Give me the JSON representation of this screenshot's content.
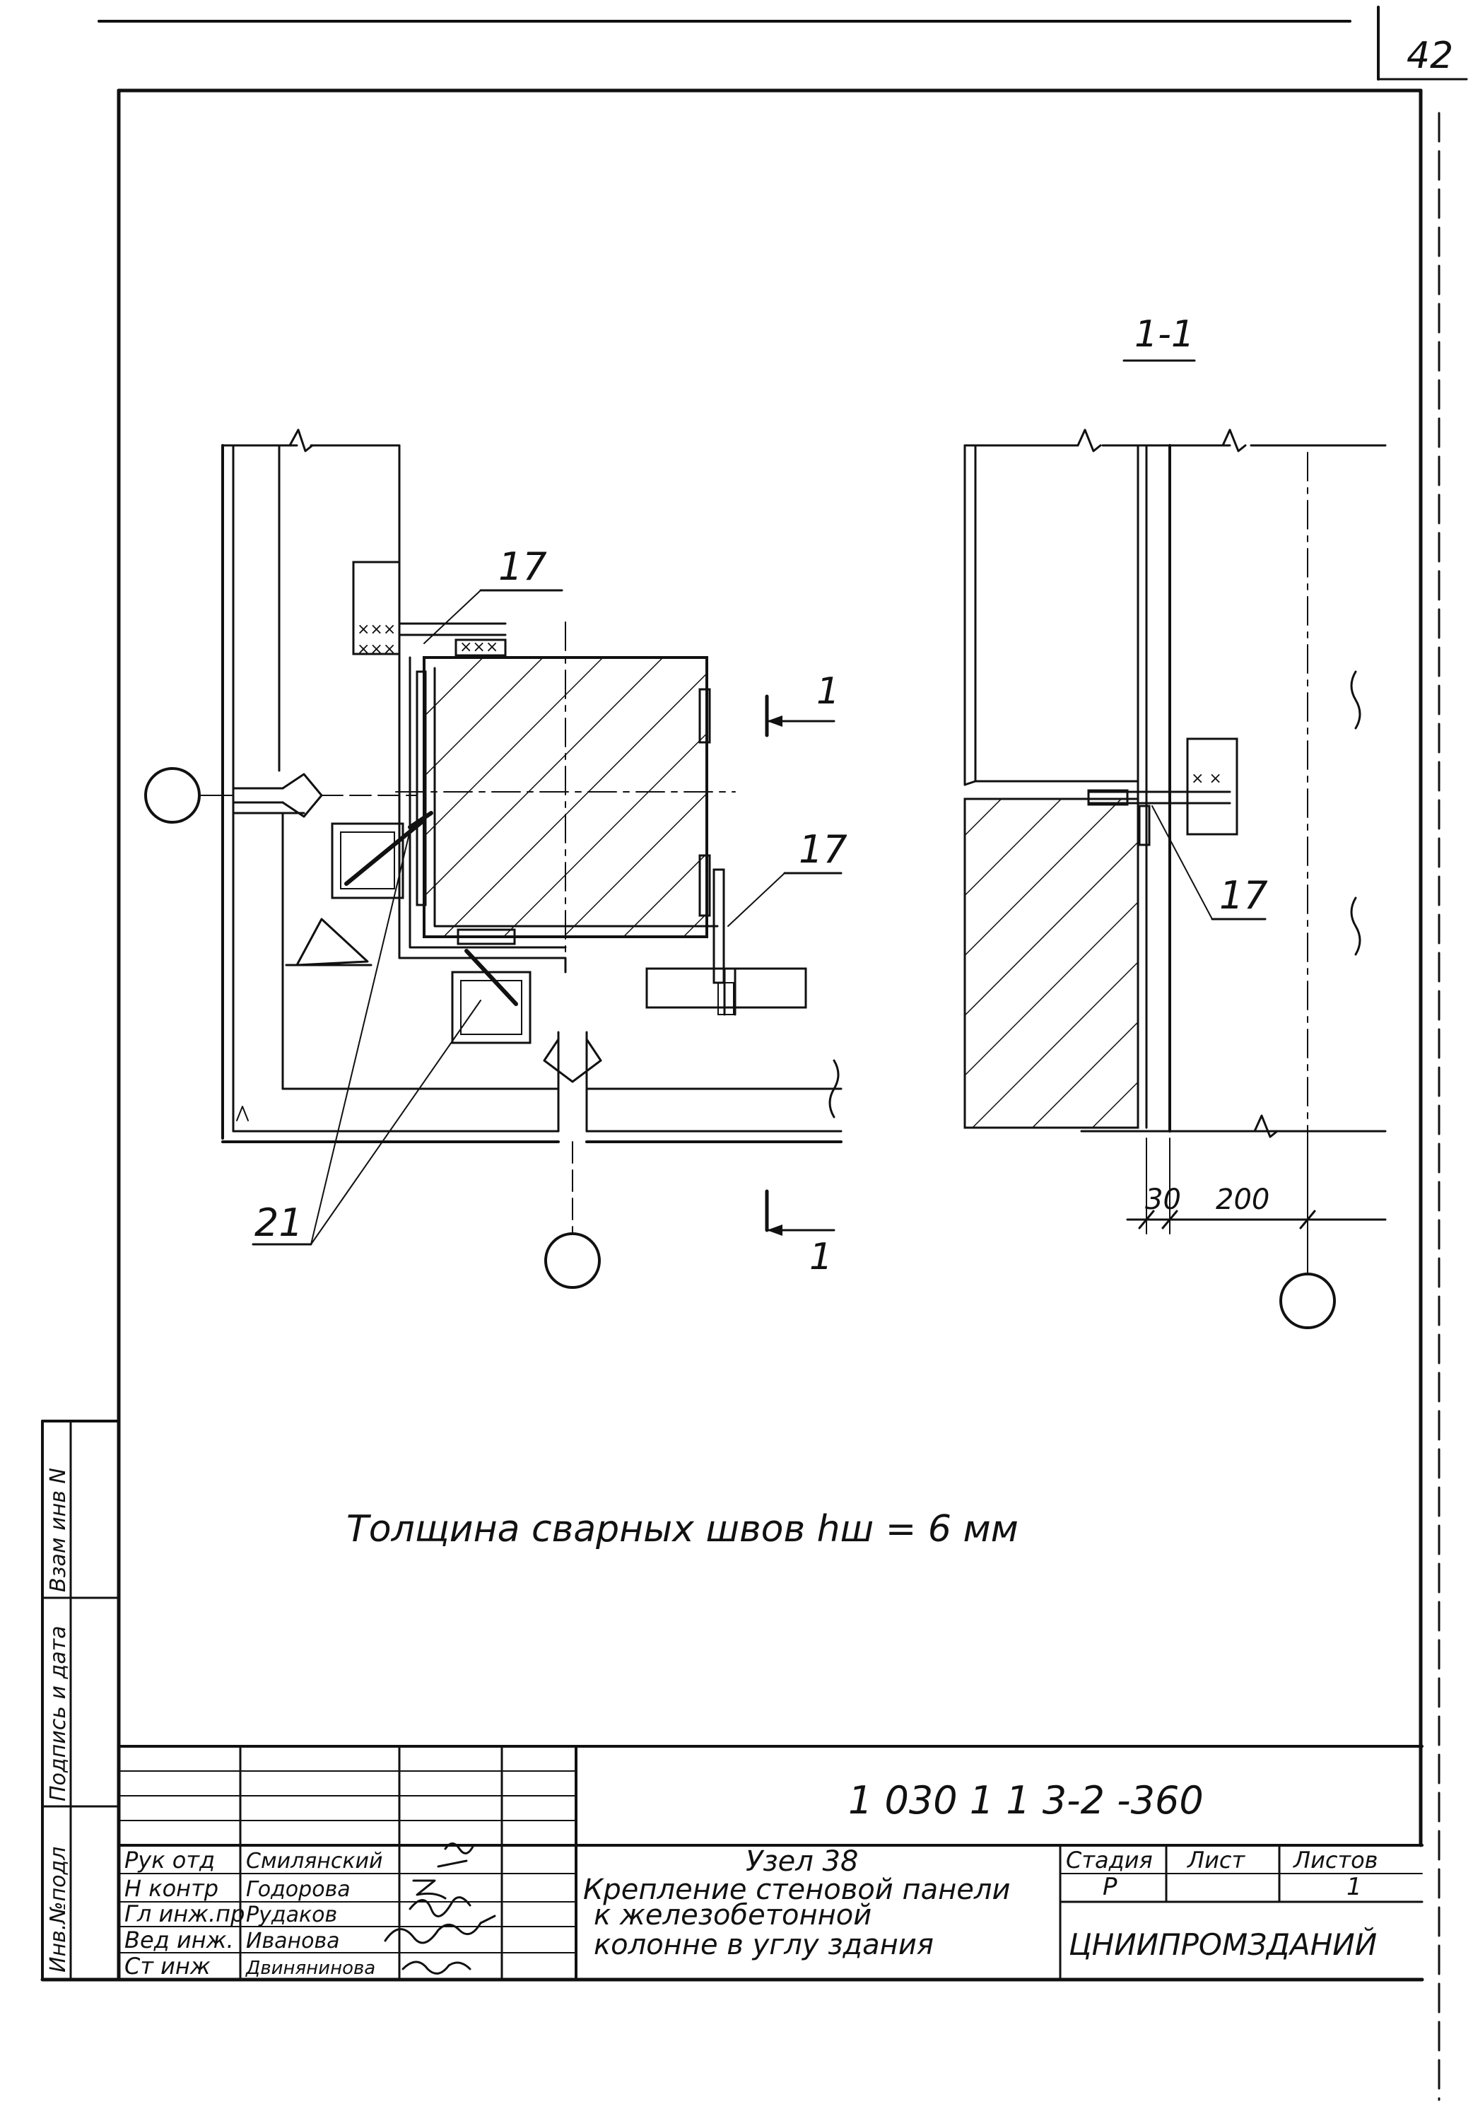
{
  "sheet": {
    "page_number": "42",
    "section_label": "1-1",
    "note": "Толщина сварных швов hш = 6 мм"
  },
  "callouts": {
    "item_17_a": "17",
    "item_17_b": "17",
    "item_17_c": "17",
    "item_21": "21",
    "cut_1_top": "1",
    "cut_1_bottom": "1"
  },
  "dimensions": {
    "d30": "30",
    "d200": "200"
  },
  "side_stamp": {
    "inv_orig": "Инв.№подл",
    "sign_date": "Подпись и дата",
    "inv_replace": "Взам инв N"
  },
  "title_block": {
    "doc_code": "1 030 1 1 3-2 -360",
    "title_line1": "Узел 38",
    "title_line2": "Крепление стеновой панели",
    "title_line3": "к железобетонной",
    "title_line4": "колонне в углу здания",
    "stage_label": "Стадия",
    "sheet_label": "Лист",
    "sheets_label": "Листов",
    "stage_value": "Р",
    "sheets_value": "1",
    "organization": "ЦНИИПРОМЗДАНИЙ",
    "roles": [
      {
        "role": "Рук отд",
        "name": "Смилянский"
      },
      {
        "role": "Н контр",
        "name": "Годорова"
      },
      {
        "role": "Гл инж.пр",
        "name": "Рудаков"
      },
      {
        "role": "Вед инж.",
        "name": "Иванова"
      },
      {
        "role": "Ст инж",
        "name": "Двинянинова"
      }
    ]
  }
}
